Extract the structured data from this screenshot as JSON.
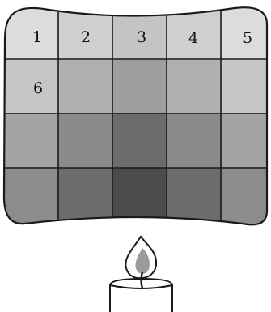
{
  "diagram": {
    "cell_labels": [
      "1",
      "2",
      "3",
      "4",
      "5",
      "6"
    ],
    "grid": {
      "rows": 4,
      "cols": 5,
      "cell_colors": [
        [
          "#dcdcdc",
          "#cfcfcf",
          "#c4c4c4",
          "#cfcfcf",
          "#dcdcdc"
        ],
        [
          "#c6c6c6",
          "#b0b0b0",
          "#9e9e9e",
          "#b0b0b0",
          "#c6c6c6"
        ],
        [
          "#a4a4a4",
          "#8a8a8a",
          "#6c6c6c",
          "#8a8a8a",
          "#a4a4a4"
        ],
        [
          "#8c8c8c",
          "#6c6c6c",
          "#4c4c4c",
          "#6c6c6c",
          "#8c8c8c"
        ]
      ]
    },
    "colors": {
      "outline": "#1a1a1a",
      "candle_body": "#ffffff",
      "flame_outer": "#ffffff",
      "flame_inner": "#9a9a9a"
    }
  }
}
